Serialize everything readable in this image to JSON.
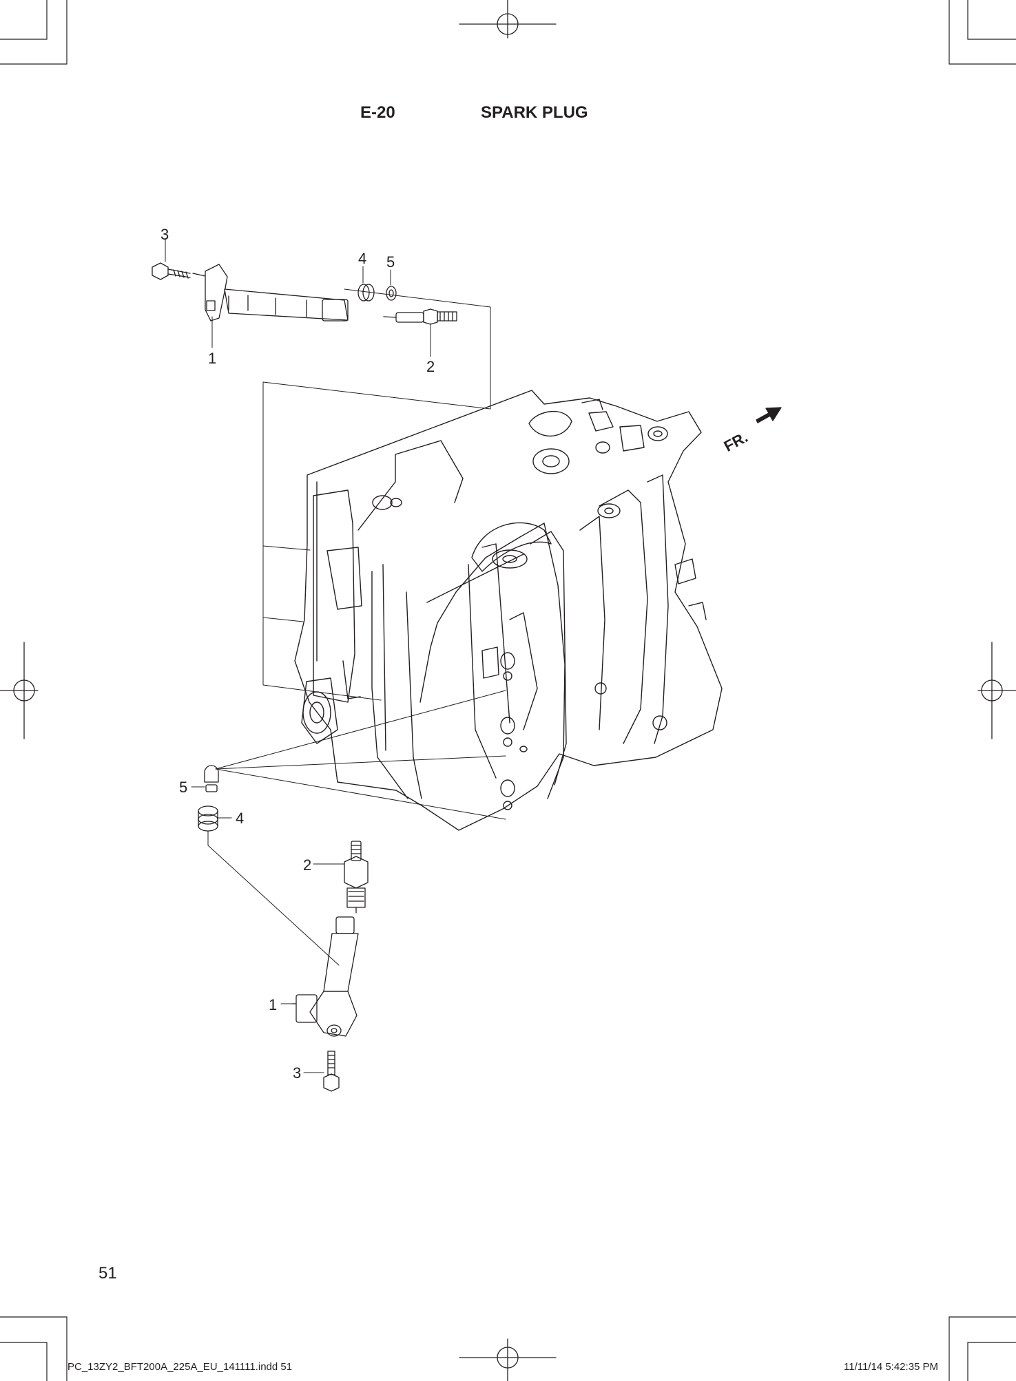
{
  "header": {
    "section_code": "E-20",
    "section_title": "SPARK PLUG"
  },
  "footer": {
    "page_number": "51",
    "file_slug": "PC_13ZY2_BFT200A_225A_EU_141111.indd   51",
    "timestamp": "11/11/14   5:42:35 PM"
  },
  "direction_label": "FR.",
  "callouts": {
    "top_coil": "1",
    "top_plug": "2",
    "top_bolt": "3",
    "top_seal": "4",
    "top_washer": "5",
    "low_washer": "5",
    "low_seal": "4",
    "low_plug": "2",
    "low_coil": "1",
    "low_bolt": "3"
  },
  "colors": {
    "ink": "#231f20",
    "paper": "#ffffff"
  }
}
